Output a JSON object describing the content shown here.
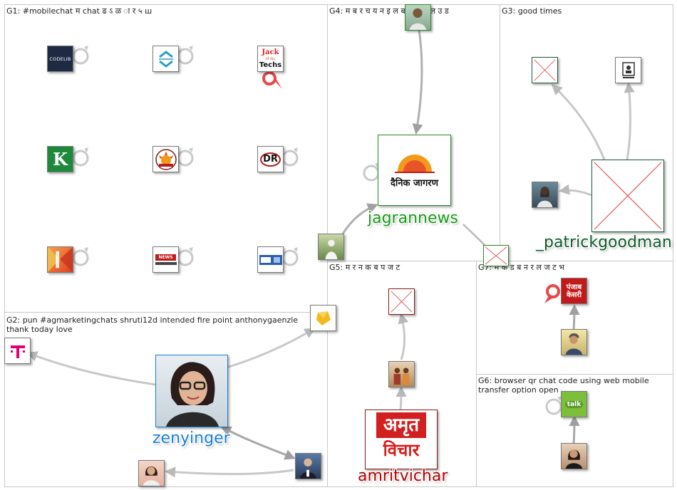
{
  "groups": {
    "g1": {
      "title": "G1: #mobilechat म chat ढ ऽ ळ ा र ५ ш"
    },
    "g2": {
      "title": "G2: pun #agmarketingchats shruti12d intended fire point anthonygaenzle thank today love"
    },
    "g3": {
      "title": "G3: good times"
    },
    "g4": {
      "title": "G4: म ब र च य न इ ल ब न क प ल उ ड"
    },
    "g5": {
      "title": "G5: म र न क ब प ज ट"
    },
    "g6": {
      "title": "G6: browser qr chat code using web mobile transfer option open"
    },
    "g7": {
      "title": "G7: म क ड ब न र ल ज ट भ"
    }
  },
  "labels": {
    "jagrannews": "jagrannews",
    "patrickgoodman": "_patrickgoodman",
    "zenyinger": "zenyinger",
    "amritvichar": "amritvichar"
  },
  "logo_text": {
    "codelib": "CODELIB",
    "jack": "Jack",
    "of_all": "OF ALL",
    "techs": "Techs",
    "k": "K",
    "dr": "DR",
    "news": "NEWS",
    "dainik": "दैनिक जागरण",
    "amrit_top": "अमृत",
    "amrit_bottom": "विचार",
    "punjab_top": "पंजाब",
    "punjab_bottom": "केसरी",
    "talk": "talk"
  },
  "colors": {
    "jagrannews": "#1a9a1a",
    "patrickgoodman": "#0f5a2a",
    "zenyinger": "#1a7fd4",
    "amritvichar": "#b00000",
    "edge": "#b9b9b9",
    "loop": "#c9c9c9",
    "placeholder_x": "#e05555",
    "pin": "#e84848"
  }
}
